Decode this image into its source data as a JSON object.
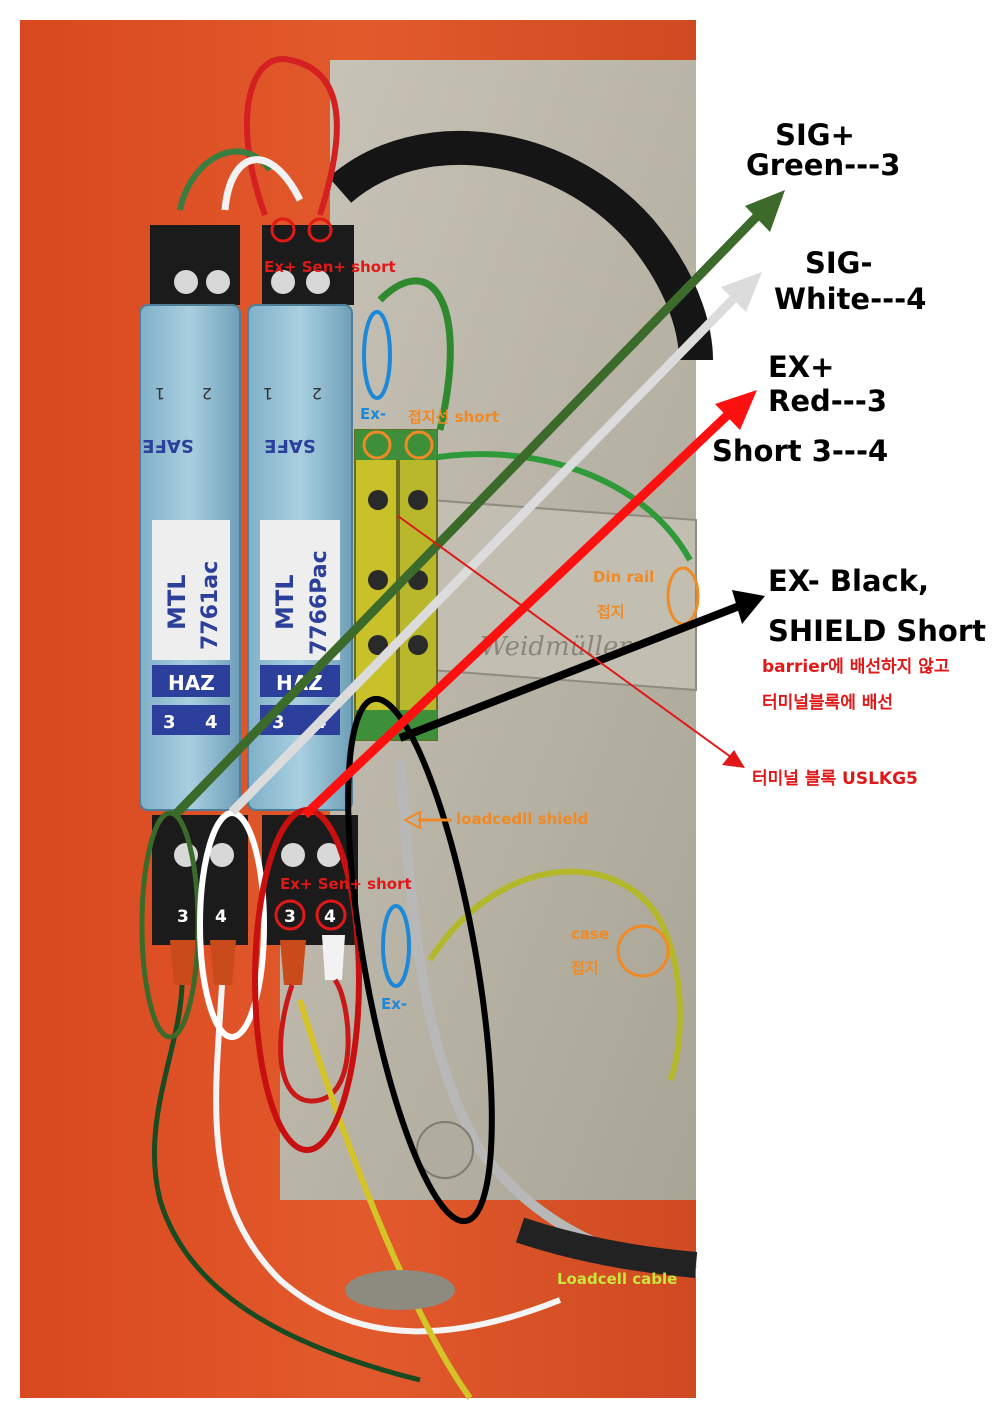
{
  "annotations": {
    "sig_plus_title": "SIG+",
    "sig_plus_wire": "Green---3",
    "sig_minus_title": "SIG-",
    "sig_minus_wire": "White---4",
    "ex_plus_title": "EX+",
    "ex_plus_wire": "Red---3",
    "ex_plus_short": "Short 3---4",
    "ex_minus_line1": "EX- Black,",
    "ex_minus_line2": "SHIELD Short",
    "barrier_note_line1": "barrier에 배선하지 않고",
    "barrier_note_line2": "터미널블록에 배선",
    "terminal_block": "터미널 블록 USLKG5",
    "top_short": "Ex+  Sen+ short",
    "bottom_short": "Ex+  Sen+ short",
    "ex_minus_top": "Ex-",
    "ground_short": "접지선 short",
    "din_rail": "Din rail",
    "din_rail_ground": "접지",
    "loadcell_shield": "loadcedll shield",
    "case": "case",
    "case_ground": "접지",
    "ex_minus_bottom": "Ex-",
    "loadcell_cable": "Loadcell cable"
  },
  "barriers": [
    {
      "brand": "MTL",
      "model": "7761ac",
      "safe": "SAFE",
      "haz": "HAZ",
      "t3": "3",
      "t4": "4",
      "t1": "1",
      "t2": "2"
    },
    {
      "brand": "MTL",
      "model": "7766Pac",
      "safe": "SAFE",
      "haz": "HAZ",
      "t3": "3",
      "t4": "4",
      "t1": "1",
      "t2": "2"
    }
  ],
  "terminals": {
    "left3": "3",
    "left4": "4",
    "right3": "3",
    "right4": "4"
  },
  "rail_brand": "Weidmüller",
  "colors": {
    "panel_orange": "#e2542a",
    "green_arrow": "#3c6a2a",
    "white_arrow": "#dcdcdc",
    "red_arrow": "#ff1010",
    "black_arrow": "#000000",
    "orange_mark": "#f08a24",
    "blue_mark": "#1e88d8"
  }
}
